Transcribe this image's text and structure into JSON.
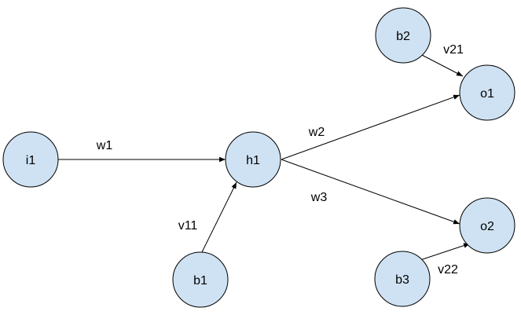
{
  "colors": {
    "node_fill": "#cfe2f3",
    "node_stroke": "#000000",
    "edge": "#000000"
  },
  "nodes": {
    "i1": {
      "label": "i1"
    },
    "h1": {
      "label": "h1"
    },
    "b1": {
      "label": "b1"
    },
    "b2": {
      "label": "b2"
    },
    "b3": {
      "label": "b3"
    },
    "o1": {
      "label": "o1"
    },
    "o2": {
      "label": "o2"
    }
  },
  "edges": {
    "i1_h1": {
      "from": "i1",
      "to": "h1",
      "label": "w1"
    },
    "h1_o1": {
      "from": "h1",
      "to": "o1",
      "label": "w2"
    },
    "h1_o2": {
      "from": "h1",
      "to": "o2",
      "label": "w3"
    },
    "b1_h1": {
      "from": "b1",
      "to": "h1",
      "label": "v11"
    },
    "b2_o1": {
      "from": "b2",
      "to": "o1",
      "label": "v21"
    },
    "b3_o2": {
      "from": "b3",
      "to": "o2",
      "label": "v22"
    }
  }
}
